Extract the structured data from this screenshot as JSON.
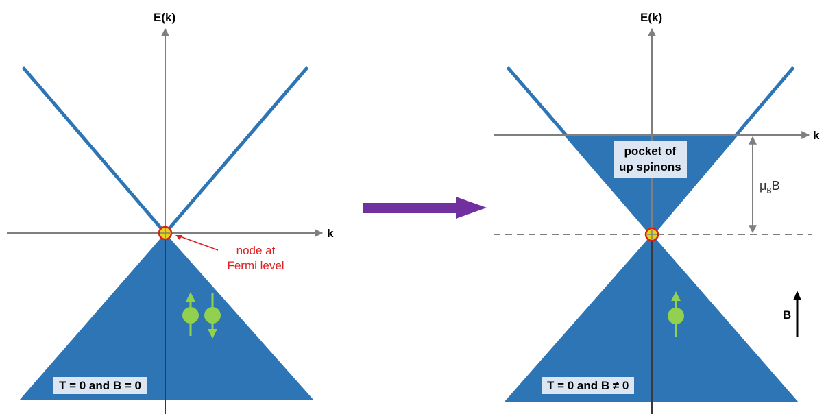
{
  "colors": {
    "band": "#2e75b6",
    "axis": "#7f7f7f",
    "node_fill": "#e6d41a",
    "node_ring": "#d62020",
    "spin": "#92d050",
    "arrow_transition": "#7030a0",
    "annotation": "#e02020",
    "label_box": "#dce6f2"
  },
  "left_panel": {
    "y_axis_label": "E(k)",
    "x_axis_label": "k",
    "node_annotation_line1": "node at",
    "node_annotation_line2": "Fermi level",
    "condition_label": "T = 0 and B = 0",
    "spins": [
      "up",
      "down"
    ]
  },
  "right_panel": {
    "y_axis_label": "E(k)",
    "x_axis_label": "k",
    "pocket_label_line1": "pocket of",
    "pocket_label_line2": "up spinons",
    "zeeman_label_main": "μ",
    "zeeman_label_sub": "B",
    "zeeman_label_tail": "B",
    "field_label": "B",
    "condition_label": "T = 0 and B ≠ 0",
    "spins": [
      "up"
    ]
  },
  "transition_arrow_icon": "arrow-right-icon"
}
